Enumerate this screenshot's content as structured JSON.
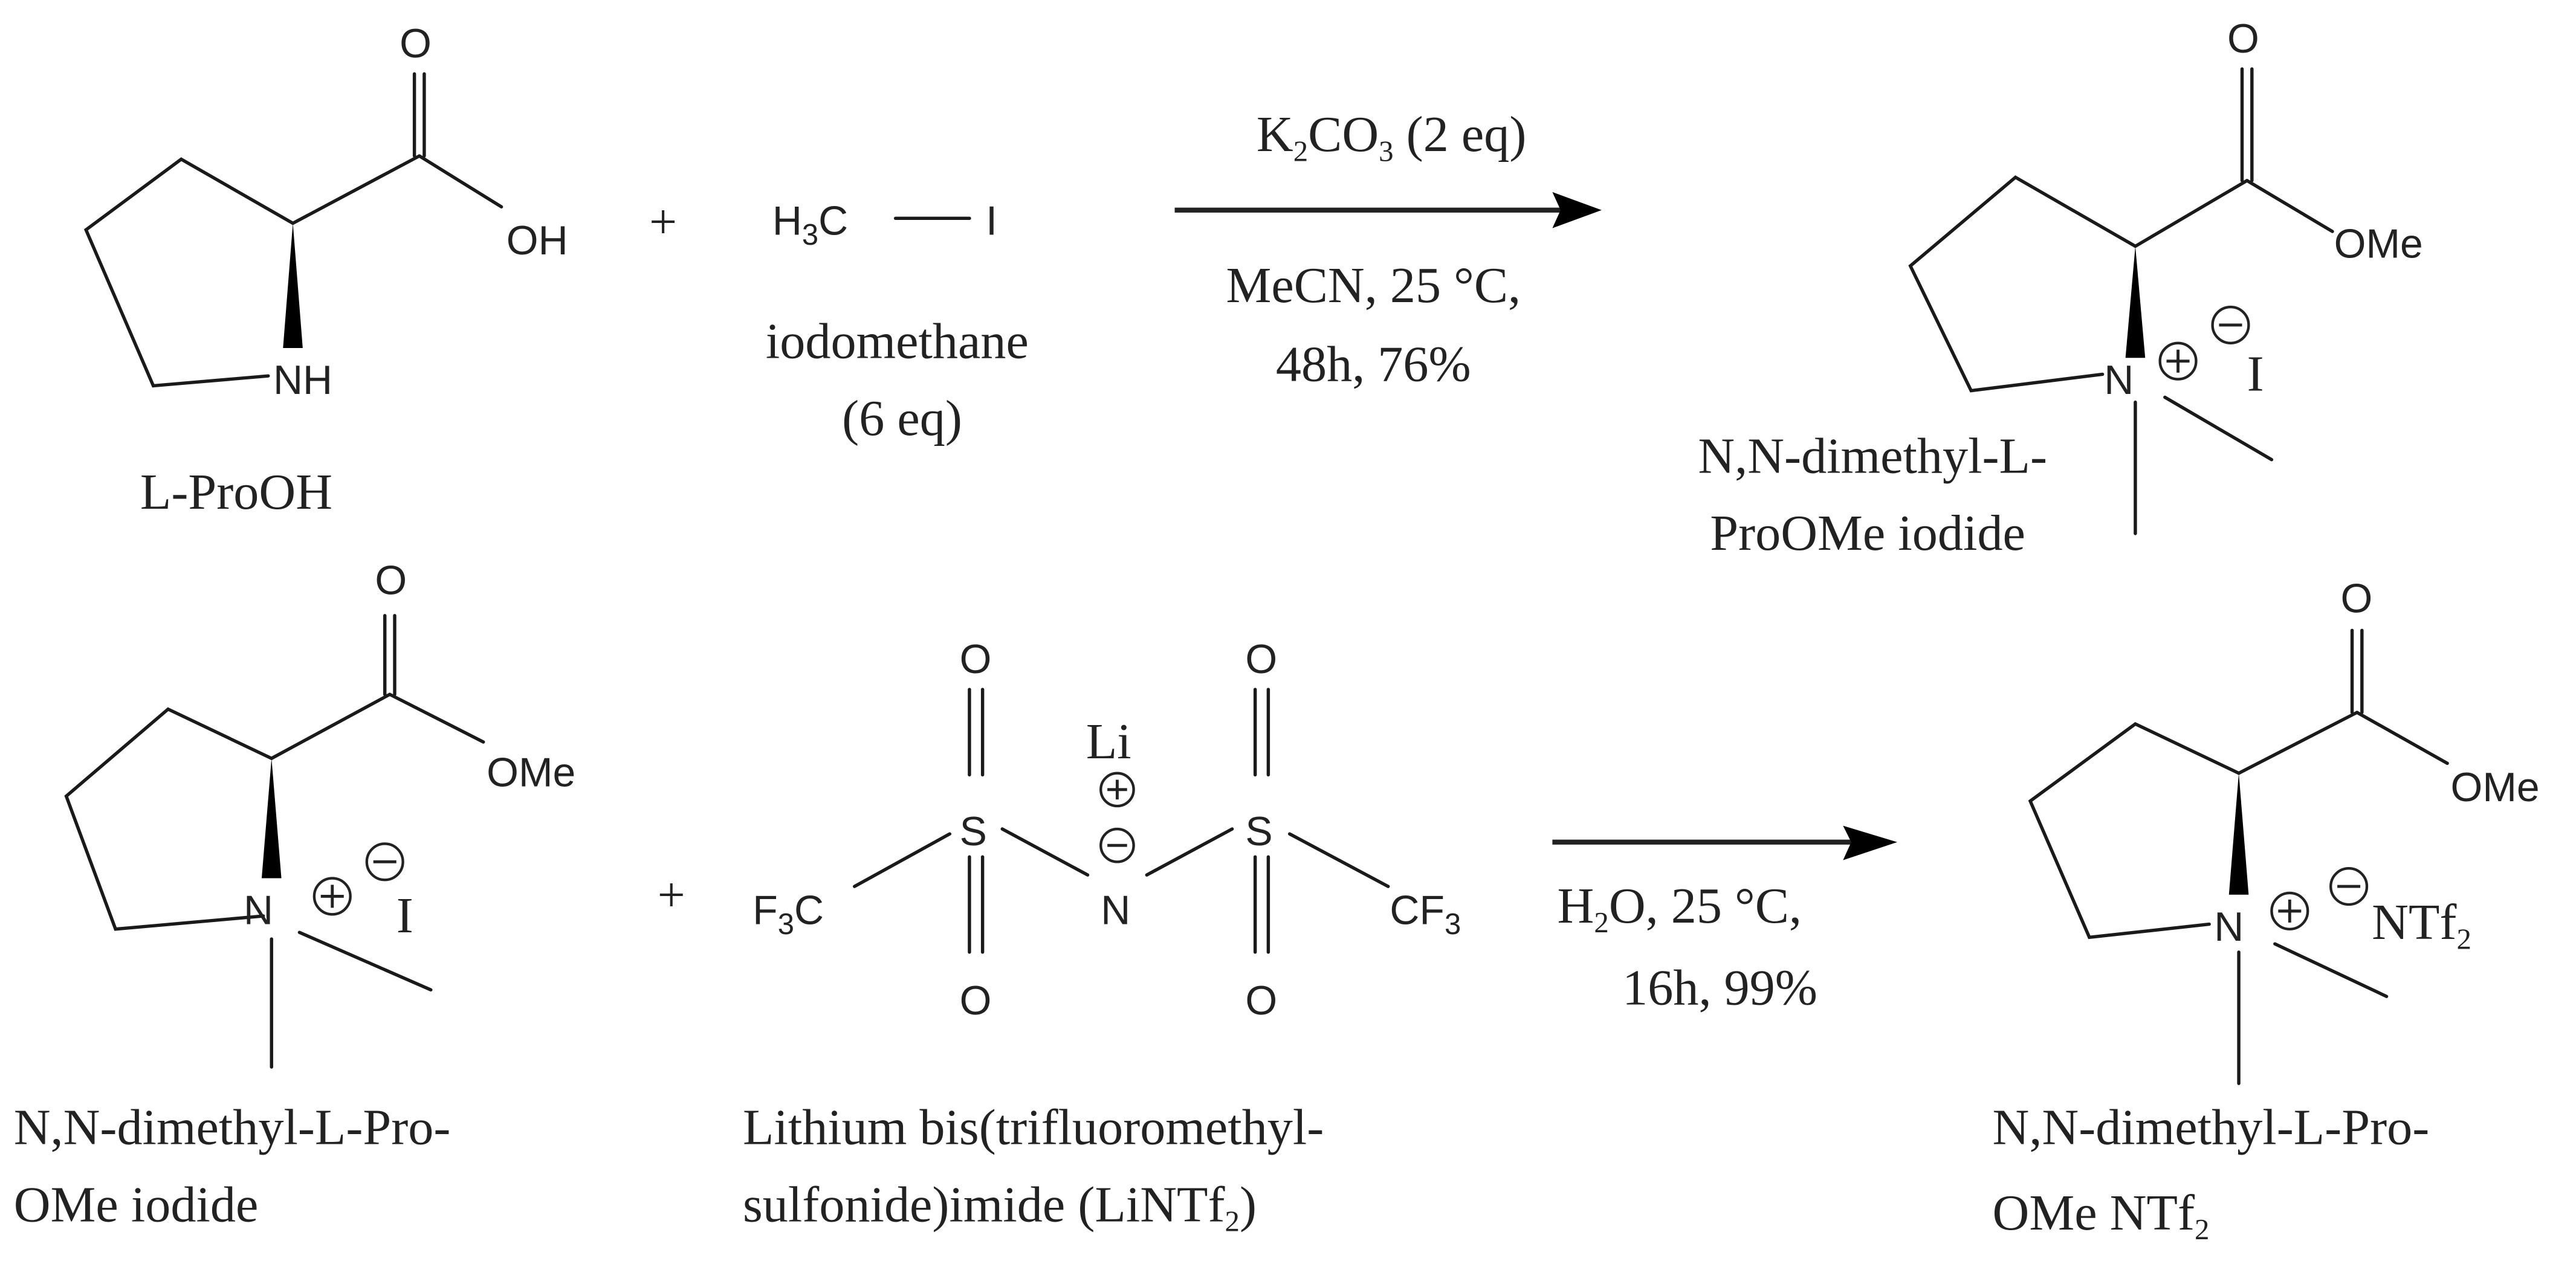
{
  "scheme": {
    "reaction_1": {
      "reactant_1": {
        "name": "L-ProOH",
        "atoms": {
          "carbonyl_o": "O",
          "hydroxyl": "OH",
          "amine": "NH"
        }
      },
      "plus": "+",
      "reactant_2": {
        "formula_left": "H",
        "formula_sub": "3",
        "formula_c": "C",
        "formula_right": "I",
        "name": "iodomethane",
        "equiv": "(6 eq)"
      },
      "conditions": {
        "reagent_main": "K",
        "reagent_sub1": "2",
        "reagent_mid": "CO",
        "reagent_sub2": "3",
        "reagent_equiv": " (2 eq)",
        "line_1": "MeCN, 25 °C,",
        "line_2": "48h, 76%"
      },
      "product": {
        "atoms": {
          "carbonyl_o": "O",
          "ester": "OMe",
          "nitrogen": "N",
          "counterion": "I"
        },
        "name_line_1": "N,N-dimethyl-L-",
        "name_line_2": "ProOMe iodide"
      }
    },
    "reaction_2": {
      "reactant_1": {
        "atoms": {
          "carbonyl_o": "O",
          "ester": "OMe",
          "nitrogen": "N",
          "counterion": "I"
        },
        "name_line_1": "N,N-dimethyl-L-Pro-",
        "name_line_2": "OMe iodide"
      },
      "plus": "+",
      "reactant_2": {
        "atoms": {
          "li": "Li",
          "s_left": "S",
          "s_right": "S",
          "n": "N",
          "o": "O",
          "f3c": "F",
          "f3c_sub": "3",
          "f3c_c": "C",
          "cf3_c": "CF",
          "cf3_sub": "3"
        },
        "name_line_1": "Lithium bis(trifluoromethyl-",
        "name_line_2_a": "sulfonide)imide (LiNTf",
        "name_line_2_sub": "2",
        "name_line_2_b": ")"
      },
      "conditions": {
        "solvent_h": "H",
        "solvent_sub": "2",
        "solvent_rest": "O, 25 °C,",
        "line_2": "16h, 99%"
      },
      "product": {
        "atoms": {
          "carbonyl_o": "O",
          "ester": "OMe",
          "nitrogen": "N",
          "counterion": "NTf",
          "counterion_sub": "2"
        },
        "name_line_1": "N,N-dimethyl-L-Pro-",
        "name_line_2_a": "OMe NTf",
        "name_line_2_sub": "2"
      }
    }
  }
}
